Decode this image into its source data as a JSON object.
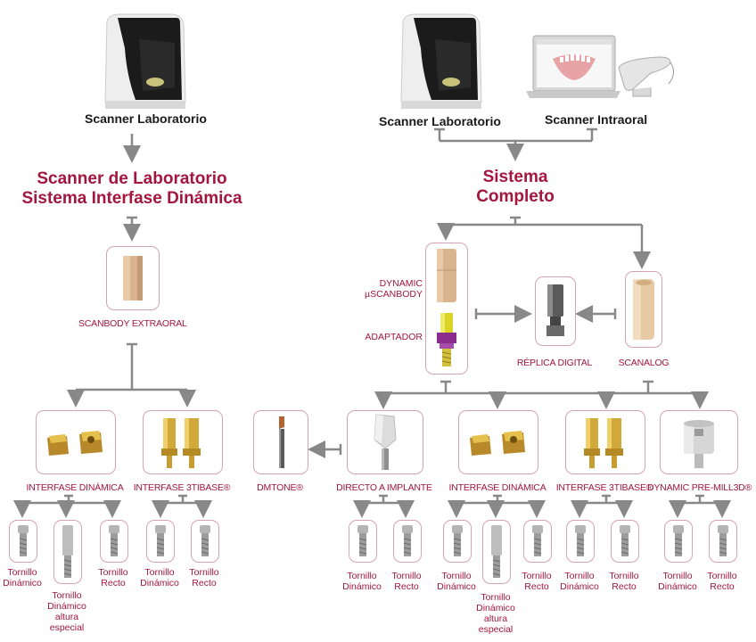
{
  "left": {
    "scanner_label": "Scanner Laboratorio",
    "title_line1": "Scanner de Laboratorio",
    "title_line2": "Sistema Interfase Dinámica",
    "scanbody_label": "SCANBODY EXTRAORAL",
    "interfase_dinamica": "INTERFASE DINÁMICA",
    "interfase_3tibase": "INTERFASE 3TIBASE®",
    "screws": {
      "tornillo_dinamico": "Tornillo Dinámico",
      "tornillo_altura": "Tornillo Dinámico altura especial",
      "tornillo_recto": "Tornillo Recto"
    }
  },
  "right": {
    "scanner_lab_label": "Scanner Laboratorio",
    "scanner_intraoral_label": "Scanner Intraoral",
    "title_line1": "Sistema",
    "title_line2": "Completo",
    "dynamic_scanbody_line1": "DYNAMIC",
    "dynamic_scanbody_line2": "µSCANBODY",
    "adaptador": "ADAPTADOR",
    "replica_digital": "RÉPLICA DIGITAL",
    "scanalog": "SCANALOG",
    "dmtone": "DMTONE®",
    "directo_implante": "DIRECTO A IMPLANTE",
    "interfase_dinamica": "INTERFASE DINÁMICA",
    "interfase_3tibase": "INTERFASE 3TIBASE®",
    "dynamic_premill": "DYNAMIC PRE-MILL3D®",
    "screws": {
      "tornillo_dinamico": "Tornillo Dinámico",
      "tornillo_altura": "Tornillo Dinámico altura especial",
      "tornillo_recto": "Tornillo Recto"
    }
  },
  "colors": {
    "accent": "#a3163d",
    "box_border": "#d6a3b3",
    "connector": "#888888",
    "gold": "#c9a233",
    "tan": "#d9b48f"
  },
  "icons": [
    "lab-scanner-icon",
    "laptop-icon",
    "intraoral-wand-icon",
    "scanbody-icon",
    "interfase-dinamica-icon",
    "interfase-3tibase-icon",
    "screw-icon",
    "replica-icon",
    "scanalog-icon",
    "dmtone-icon",
    "directo-implante-icon",
    "premill-icon"
  ]
}
